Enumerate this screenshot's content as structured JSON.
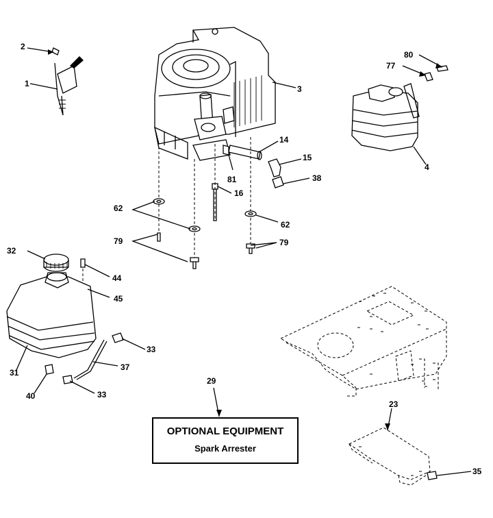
{
  "callouts": [
    "1",
    "2",
    "3",
    "4",
    "14",
    "15",
    "16",
    "23",
    "29",
    "31",
    "32",
    "33",
    "33",
    "35",
    "37",
    "38",
    "40",
    "44",
    "45",
    "62",
    "62",
    "77",
    "79",
    "79",
    "80",
    "81"
  ],
  "box": {
    "title": "OPTIONAL EQUIPMENT",
    "subtitle": "Spark Arrester"
  }
}
